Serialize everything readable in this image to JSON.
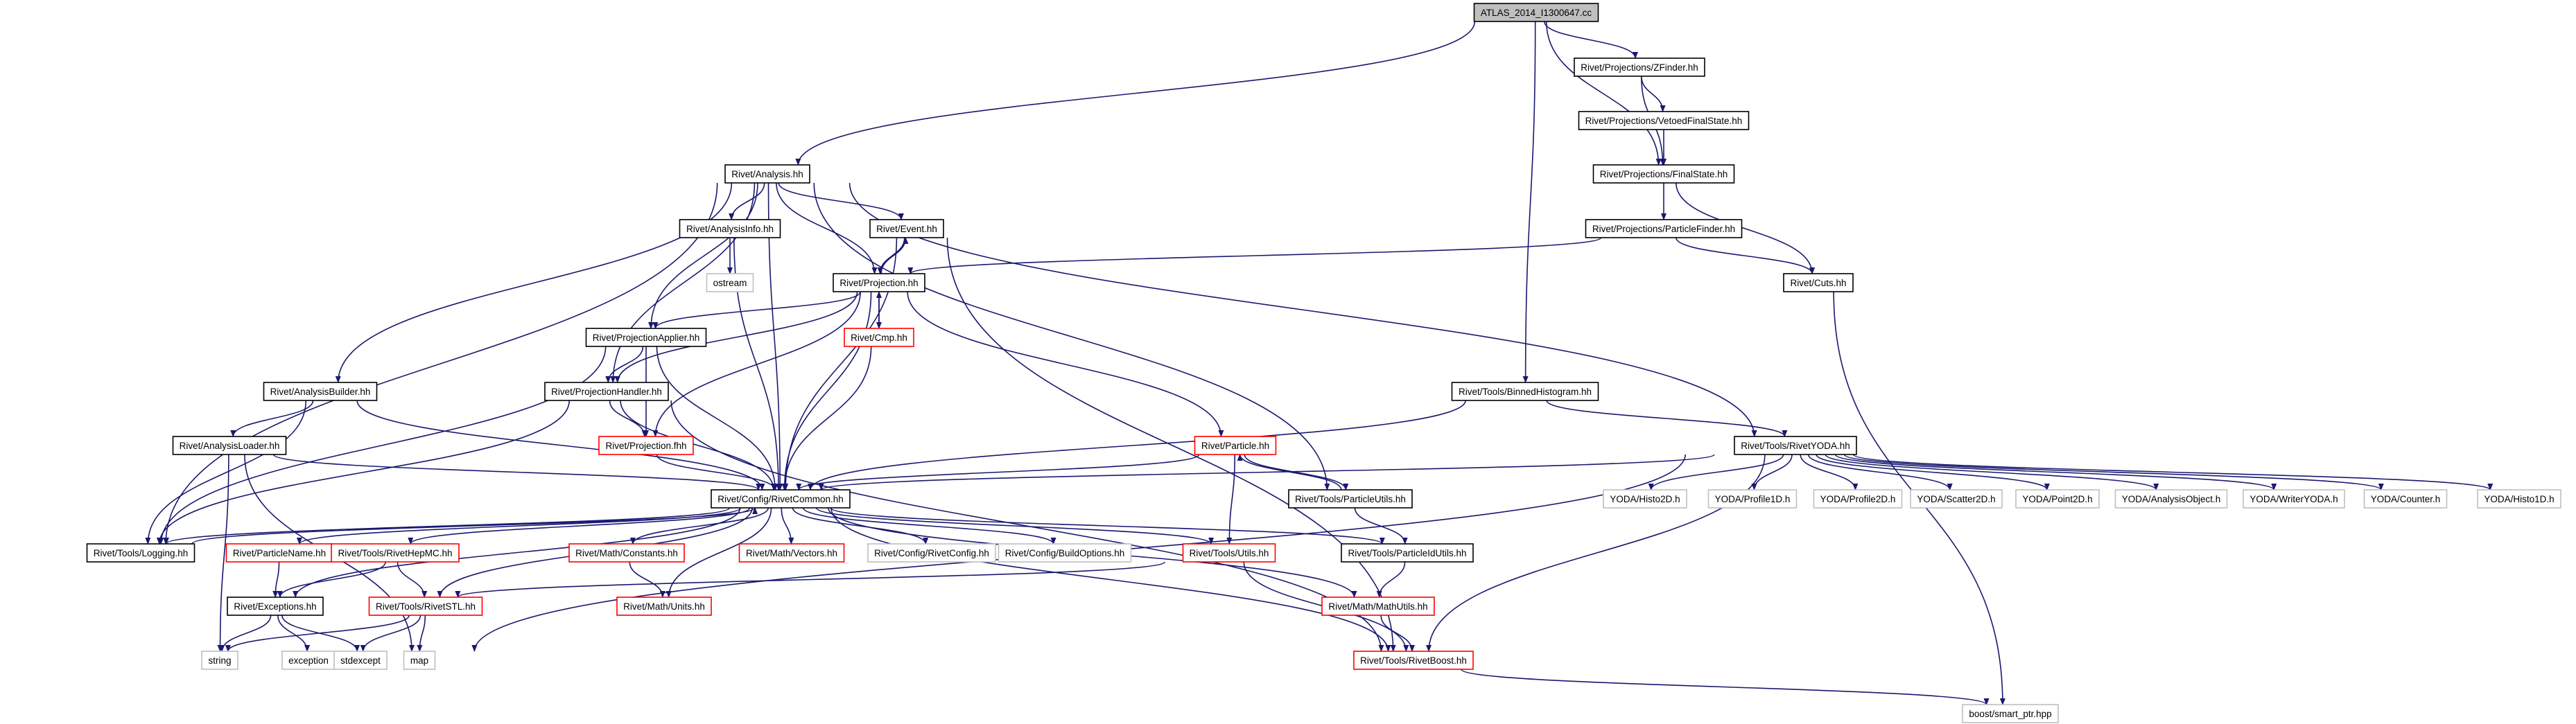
{
  "colors": {
    "edge": "#191970",
    "root_fill": "#bfbfbf",
    "node_border": "#000000",
    "node_border_red": "#ff0000",
    "node_border_gray": "#bfbfbf",
    "node_fill": "#ffffff"
  },
  "nodes": [
    {
      "id": "root",
      "label": "ATLAS_2014_I1300647.cc",
      "style": "root"
    },
    {
      "id": "zfinder",
      "label": "Rivet/Projections/ZFinder.hh",
      "style": "black"
    },
    {
      "id": "vetoed",
      "label": "Rivet/Projections/VetoedFinalState.hh",
      "style": "black"
    },
    {
      "id": "finalstate",
      "label": "Rivet/Projections/FinalState.hh",
      "style": "black"
    },
    {
      "id": "particlefinder",
      "label": "Rivet/Projections/ParticleFinder.hh",
      "style": "black"
    },
    {
      "id": "cuts",
      "label": "Rivet/Cuts.hh",
      "style": "black"
    },
    {
      "id": "analysis",
      "label": "Rivet/Analysis.hh",
      "style": "black"
    },
    {
      "id": "analysisinfo",
      "label": "Rivet/AnalysisInfo.hh",
      "style": "black"
    },
    {
      "id": "ostream",
      "label": "ostream",
      "style": "gray"
    },
    {
      "id": "event",
      "label": "Rivet/Event.hh",
      "style": "black"
    },
    {
      "id": "projection",
      "label": "Rivet/Projection.hh",
      "style": "black"
    },
    {
      "id": "cmp",
      "label": "Rivet/Cmp.hh",
      "style": "red"
    },
    {
      "id": "projapplier",
      "label": "Rivet/ProjectionApplier.hh",
      "style": "black"
    },
    {
      "id": "projhandler",
      "label": "Rivet/ProjectionHandler.hh",
      "style": "black"
    },
    {
      "id": "projfhh",
      "label": "Rivet/Projection.fhh",
      "style": "red"
    },
    {
      "id": "analysisbuilder",
      "label": "Rivet/AnalysisBuilder.hh",
      "style": "black"
    },
    {
      "id": "analysisloader",
      "label": "Rivet/AnalysisLoader.hh",
      "style": "black"
    },
    {
      "id": "binnedhisto",
      "label": "Rivet/Tools/BinnedHistogram.hh",
      "style": "black"
    },
    {
      "id": "particle",
      "label": "Rivet/Particle.hh",
      "style": "red"
    },
    {
      "id": "rivetyoda",
      "label": "Rivet/Tools/RivetYODA.hh",
      "style": "black"
    },
    {
      "id": "rivetcommon",
      "label": "Rivet/Config/RivetCommon.hh",
      "style": "black"
    },
    {
      "id": "particleutils",
      "label": "Rivet/Tools/ParticleUtils.hh",
      "style": "black"
    },
    {
      "id": "histo2d",
      "label": "YODA/Histo2D.h",
      "style": "gray"
    },
    {
      "id": "profile1d",
      "label": "YODA/Profile1D.h",
      "style": "gray"
    },
    {
      "id": "profile2d",
      "label": "YODA/Profile2D.h",
      "style": "gray"
    },
    {
      "id": "scatter2d",
      "label": "YODA/Scatter2D.h",
      "style": "gray"
    },
    {
      "id": "point2d",
      "label": "YODA/Point2D.h",
      "style": "gray"
    },
    {
      "id": "analysisobject",
      "label": "YODA/AnalysisObject.h",
      "style": "gray"
    },
    {
      "id": "writeryoda",
      "label": "YODA/WriterYODA.h",
      "style": "gray"
    },
    {
      "id": "counter",
      "label": "YODA/Counter.h",
      "style": "gray"
    },
    {
      "id": "histo1d",
      "label": "YODA/Histo1D.h",
      "style": "gray"
    },
    {
      "id": "logging",
      "label": "Rivet/Tools/Logging.hh",
      "style": "black"
    },
    {
      "id": "particlename",
      "label": "Rivet/ParticleName.hh",
      "style": "red"
    },
    {
      "id": "rivethepmc",
      "label": "Rivet/Tools/RivetHepMC.hh",
      "style": "red"
    },
    {
      "id": "mathconstants",
      "label": "Rivet/Math/Constants.hh",
      "style": "red"
    },
    {
      "id": "mathvectors",
      "label": "Rivet/Math/Vectors.hh",
      "style": "red"
    },
    {
      "id": "rivetconfig",
      "label": "Rivet/Config/RivetConfig.hh",
      "style": "gray"
    },
    {
      "id": "buildoptions",
      "label": "Rivet/Config/BuildOptions.hh",
      "style": "gray"
    },
    {
      "id": "utils",
      "label": "Rivet/Tools/Utils.hh",
      "style": "red"
    },
    {
      "id": "particleidutils",
      "label": "Rivet/Tools/ParticleIdUtils.hh",
      "style": "black"
    },
    {
      "id": "exceptions",
      "label": "Rivet/Exceptions.hh",
      "style": "black"
    },
    {
      "id": "rivetstl",
      "label": "Rivet/Tools/RivetSTL.hh",
      "style": "red"
    },
    {
      "id": "mathunits",
      "label": "Rivet/Math/Units.hh",
      "style": "red"
    },
    {
      "id": "mathutils",
      "label": "Rivet/Math/MathUtils.hh",
      "style": "red"
    },
    {
      "id": "string",
      "label": "string",
      "style": "gray"
    },
    {
      "id": "exception",
      "label": "exception",
      "style": "gray"
    },
    {
      "id": "stdexcept",
      "label": "stdexcept",
      "style": "gray"
    },
    {
      "id": "map",
      "label": "map",
      "style": "gray"
    },
    {
      "id": "rivetboost",
      "label": "Rivet/Tools/RivetBoost.hh",
      "style": "red"
    },
    {
      "id": "smartptr",
      "label": "boost/smart_ptr.hpp",
      "style": "gray"
    }
  ],
  "edges": [
    [
      "root",
      "zfinder"
    ],
    [
      "root",
      "finalstate"
    ],
    [
      "root",
      "analysis"
    ],
    [
      "root",
      "binnedhisto"
    ],
    [
      "zfinder",
      "vetoed"
    ],
    [
      "zfinder",
      "finalstate"
    ],
    [
      "vetoed",
      "finalstate"
    ],
    [
      "finalstate",
      "particlefinder"
    ],
    [
      "finalstate",
      "cuts"
    ],
    [
      "particlefinder",
      "cuts"
    ],
    [
      "particlefinder",
      "projection"
    ],
    [
      "cuts",
      "smartptr"
    ],
    [
      "analysis",
      "analysisinfo"
    ],
    [
      "analysis",
      "event"
    ],
    [
      "analysis",
      "projection"
    ],
    [
      "analysis",
      "projapplier"
    ],
    [
      "analysis",
      "projhandler"
    ],
    [
      "analysis",
      "analysisbuilder"
    ],
    [
      "analysis",
      "logging"
    ],
    [
      "analysis",
      "rivetcommon"
    ],
    [
      "analysis",
      "particleutils"
    ],
    [
      "analysis",
      "rivetyoda"
    ],
    [
      "analysisinfo",
      "ostream"
    ],
    [
      "analysisinfo",
      "rivetcommon"
    ],
    [
      "event",
      "projection"
    ],
    [
      "event",
      "rivetcommon"
    ],
    [
      "event",
      "rivetboost"
    ],
    [
      "projection",
      "event"
    ],
    [
      "projection",
      "cmp"
    ],
    [
      "projection",
      "projapplier"
    ],
    [
      "projection",
      "projhandler"
    ],
    [
      "projection",
      "projfhh"
    ],
    [
      "projection",
      "rivetcommon"
    ],
    [
      "projection",
      "particle"
    ],
    [
      "cmp",
      "projection"
    ],
    [
      "cmp",
      "rivetcommon"
    ],
    [
      "projapplier",
      "projhandler"
    ],
    [
      "projapplier",
      "projfhh"
    ],
    [
      "projapplier",
      "rivetcommon"
    ],
    [
      "projapplier",
      "logging"
    ],
    [
      "projhandler",
      "projfhh"
    ],
    [
      "projhandler",
      "rivetcommon"
    ],
    [
      "projhandler",
      "logging"
    ],
    [
      "projhandler",
      "rivetboost"
    ],
    [
      "projfhh",
      "rivetcommon"
    ],
    [
      "analysisbuilder",
      "analysisloader"
    ],
    [
      "analysisbuilder",
      "logging"
    ],
    [
      "analysisbuilder",
      "rivetcommon"
    ],
    [
      "analysisloader",
      "rivetcommon"
    ],
    [
      "analysisloader",
      "string"
    ],
    [
      "analysisloader",
      "map"
    ],
    [
      "binnedhisto",
      "rivetcommon"
    ],
    [
      "binnedhisto",
      "rivetyoda"
    ],
    [
      "particle",
      "rivetcommon"
    ],
    [
      "particle",
      "particleutils"
    ],
    [
      "particle",
      "utils"
    ],
    [
      "particleutils",
      "particle"
    ],
    [
      "particleutils",
      "particleidutils"
    ],
    [
      "rivetyoda",
      "rivetcommon"
    ],
    [
      "rivetyoda",
      "histo2d"
    ],
    [
      "rivetyoda",
      "profile1d"
    ],
    [
      "rivetyoda",
      "profile2d"
    ],
    [
      "rivetyoda",
      "scatter2d"
    ],
    [
      "rivetyoda",
      "point2d"
    ],
    [
      "rivetyoda",
      "analysisobject"
    ],
    [
      "rivetyoda",
      "writeryoda"
    ],
    [
      "rivetyoda",
      "counter"
    ],
    [
      "rivetyoda",
      "histo1d"
    ],
    [
      "rivetyoda",
      "rivetboost"
    ],
    [
      "rivetyoda",
      "map"
    ],
    [
      "rivetcommon",
      "logging"
    ],
    [
      "rivetcommon",
      "particlename"
    ],
    [
      "rivetcommon",
      "rivethepmc"
    ],
    [
      "rivetcommon",
      "mathconstants"
    ],
    [
      "rivetcommon",
      "mathvectors"
    ],
    [
      "rivetcommon",
      "rivetconfig"
    ],
    [
      "rivetcommon",
      "buildoptions"
    ],
    [
      "rivetcommon",
      "utils"
    ],
    [
      "rivetcommon",
      "particleidutils"
    ],
    [
      "rivetcommon",
      "exceptions"
    ],
    [
      "rivetcommon",
      "rivetstl"
    ],
    [
      "rivetcommon",
      "mathunits"
    ],
    [
      "rivetcommon",
      "mathutils"
    ],
    [
      "rivetcommon",
      "rivetboost"
    ],
    [
      "logging",
      "rivetcommon"
    ],
    [
      "particlename",
      "exceptions"
    ],
    [
      "rivethepmc",
      "rivetstl"
    ],
    [
      "rivethepmc",
      "exceptions"
    ],
    [
      "mathconstants",
      "mathunits"
    ],
    [
      "utils",
      "rivetstl"
    ],
    [
      "utils",
      "rivetboost"
    ],
    [
      "particleidutils",
      "mathutils"
    ],
    [
      "exceptions",
      "string"
    ],
    [
      "exceptions",
      "exception"
    ],
    [
      "exceptions",
      "stdexcept"
    ],
    [
      "rivetstl",
      "string"
    ],
    [
      "rivetstl",
      "stdexcept"
    ],
    [
      "rivetstl",
      "map"
    ],
    [
      "mathutils",
      "rivetboost"
    ],
    [
      "rivetboost",
      "smartptr"
    ]
  ]
}
